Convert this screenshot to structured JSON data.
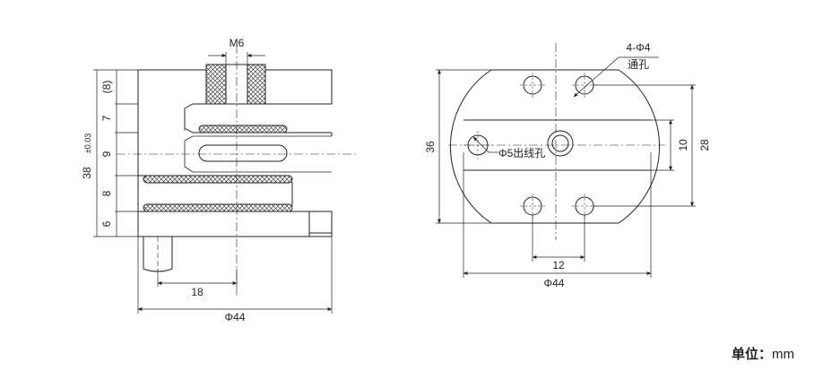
{
  "side_view": {
    "thread_label": "M6",
    "vertical_dims": [
      "(8)",
      "7",
      "9",
      "8",
      "6"
    ],
    "height_label": "38",
    "tolerance_label": "±0.03",
    "cable_offset_label": "18",
    "diameter_label": "Φ44"
  },
  "top_view": {
    "mount_holes_label": "4-Φ4",
    "through_hole_label": "通孔",
    "cable_hole_label": "Φ5出线孔",
    "height_label": "36",
    "slot_label": "10",
    "hole_spacing_v_label": "28",
    "hole_spacing_h_label": "12",
    "diameter_label": "Φ44"
  },
  "units": {
    "label": "单位：",
    "value": "mm"
  }
}
